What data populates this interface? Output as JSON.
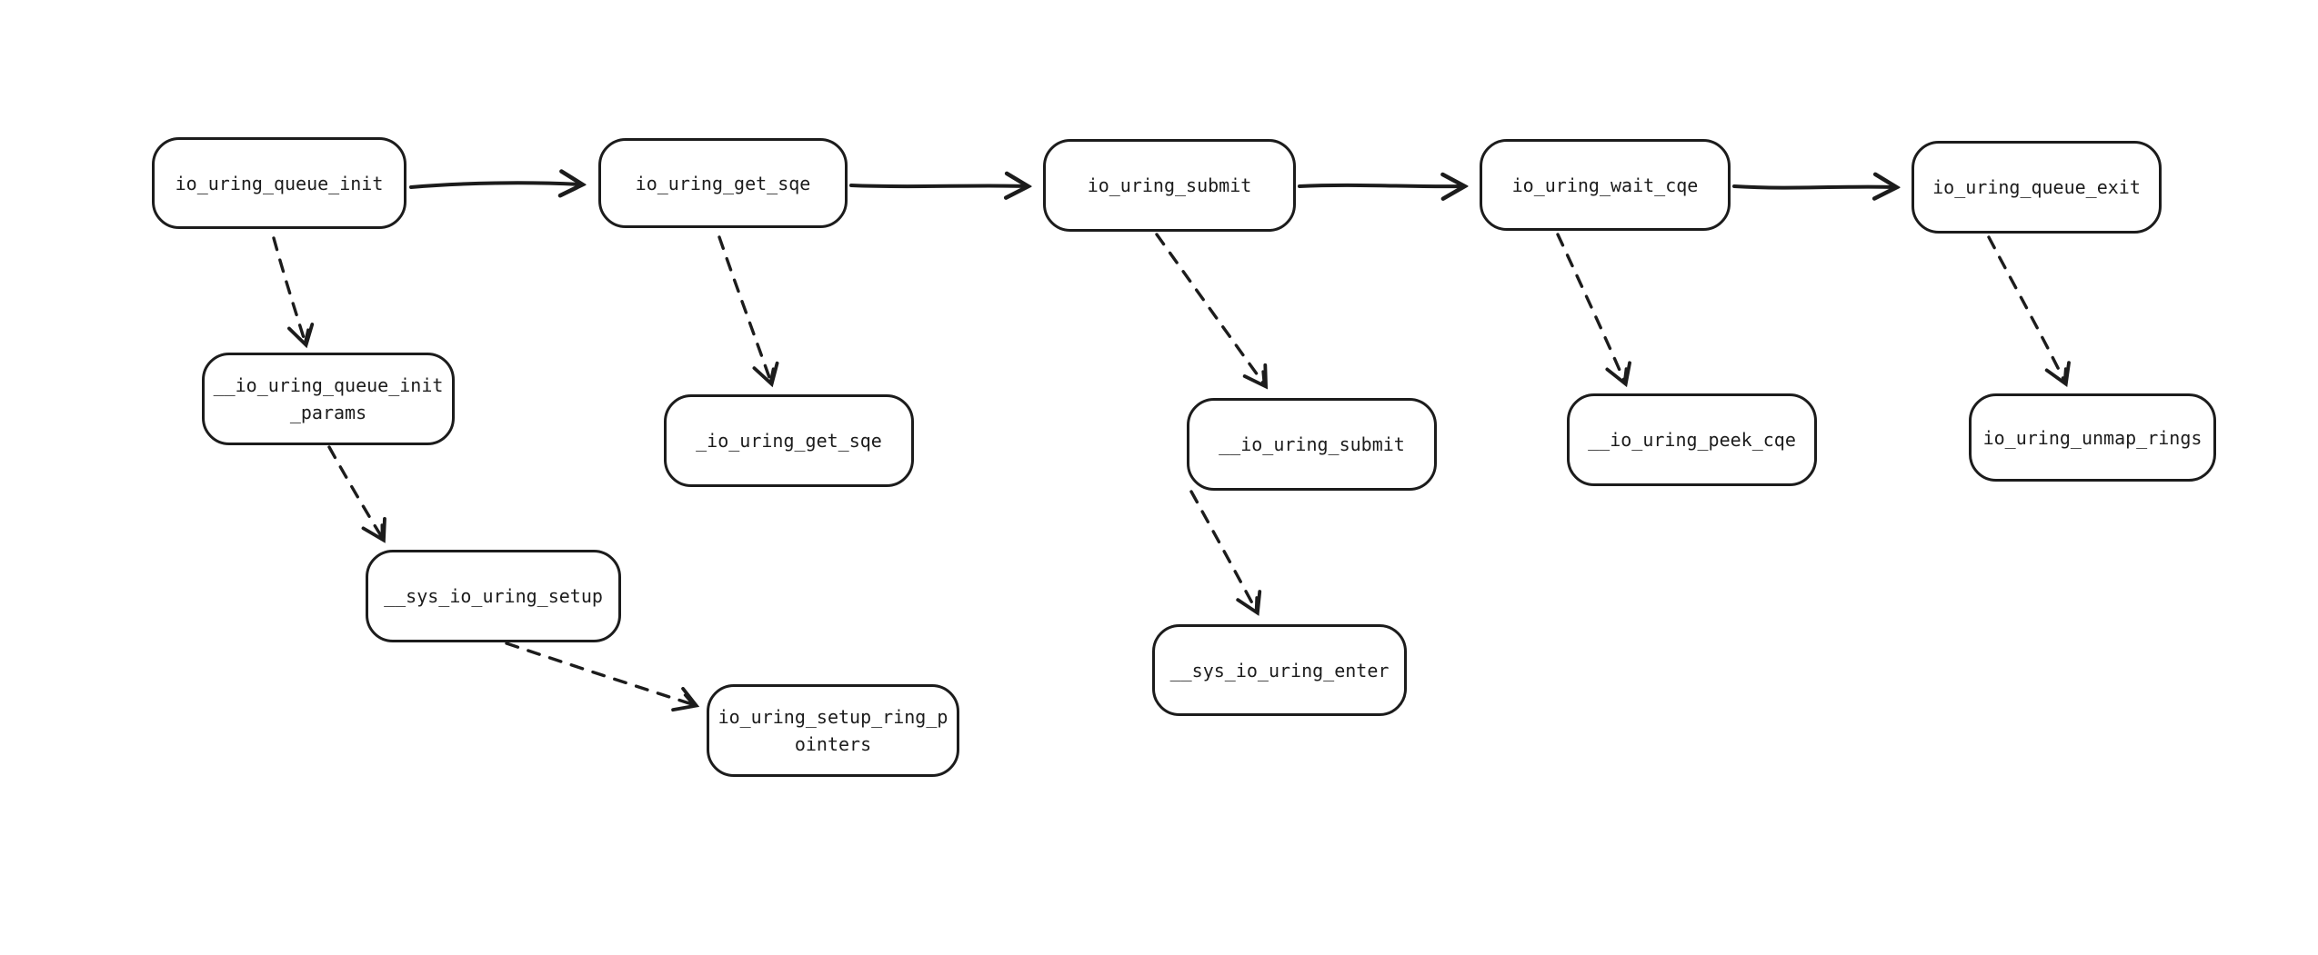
{
  "diagram": {
    "background_color": "#ffffff",
    "stroke_color": "#1c1c1c",
    "nodes": [
      {
        "id": "io_uring_queue_init",
        "lines": [
          "io_uring_queue_init",
          ""
        ]
      },
      {
        "id": "io_uring_get_sqe",
        "lines": [
          "io_uring_get_sqe",
          ""
        ]
      },
      {
        "id": "io_uring_submit",
        "lines": [
          "io_uring_submit",
          ""
        ]
      },
      {
        "id": "io_uring_wait_cqe",
        "lines": [
          "io_uring_wait_cqe",
          ""
        ]
      },
      {
        "id": "io_uring_queue_exit",
        "lines": [
          "io_uring_queue_exit",
          ""
        ]
      },
      {
        "id": "__io_uring_queue_init_params",
        "lines": [
          "__io_uring_queue_init",
          "_params"
        ]
      },
      {
        "id": "_io_uring_get_sqe",
        "lines": [
          "_io_uring_get_sqe",
          ""
        ]
      },
      {
        "id": "__io_uring_submit",
        "lines": [
          "__io_uring_submit",
          ""
        ]
      },
      {
        "id": "__io_uring_peek_cqe",
        "lines": [
          "__io_uring_peek_cqe",
          ""
        ]
      },
      {
        "id": "io_uring_unmap_rings",
        "lines": [
          "io_uring_unmap_rings",
          ""
        ]
      },
      {
        "id": "__sys_io_uring_setup",
        "lines": [
          "__sys_io_uring_setup",
          ""
        ]
      },
      {
        "id": "__sys_io_uring_enter",
        "lines": [
          "__sys_io_uring_enter",
          ""
        ]
      },
      {
        "id": "io_uring_setup_ring_pointers",
        "lines": [
          "io_uring_setup_ring_p",
          "ointers"
        ]
      }
    ],
    "edges": [
      {
        "from": "io_uring_queue_init",
        "to": "io_uring_get_sqe",
        "style": "solid"
      },
      {
        "from": "io_uring_get_sqe",
        "to": "io_uring_submit",
        "style": "solid"
      },
      {
        "from": "io_uring_submit",
        "to": "io_uring_wait_cqe",
        "style": "solid"
      },
      {
        "from": "io_uring_wait_cqe",
        "to": "io_uring_queue_exit",
        "style": "solid"
      },
      {
        "from": "io_uring_queue_init",
        "to": "__io_uring_queue_init_params",
        "style": "dashed"
      },
      {
        "from": "io_uring_get_sqe",
        "to": "_io_uring_get_sqe",
        "style": "dashed"
      },
      {
        "from": "io_uring_submit",
        "to": "__io_uring_submit",
        "style": "dashed"
      },
      {
        "from": "io_uring_wait_cqe",
        "to": "__io_uring_peek_cqe",
        "style": "dashed"
      },
      {
        "from": "io_uring_queue_exit",
        "to": "io_uring_unmap_rings",
        "style": "dashed"
      },
      {
        "from": "__io_uring_queue_init_params",
        "to": "__sys_io_uring_setup",
        "style": "dashed"
      },
      {
        "from": "__sys_io_uring_setup",
        "to": "io_uring_setup_ring_pointers",
        "style": "dashed"
      },
      {
        "from": "__io_uring_submit",
        "to": "__sys_io_uring_enter",
        "style": "dashed"
      }
    ]
  }
}
